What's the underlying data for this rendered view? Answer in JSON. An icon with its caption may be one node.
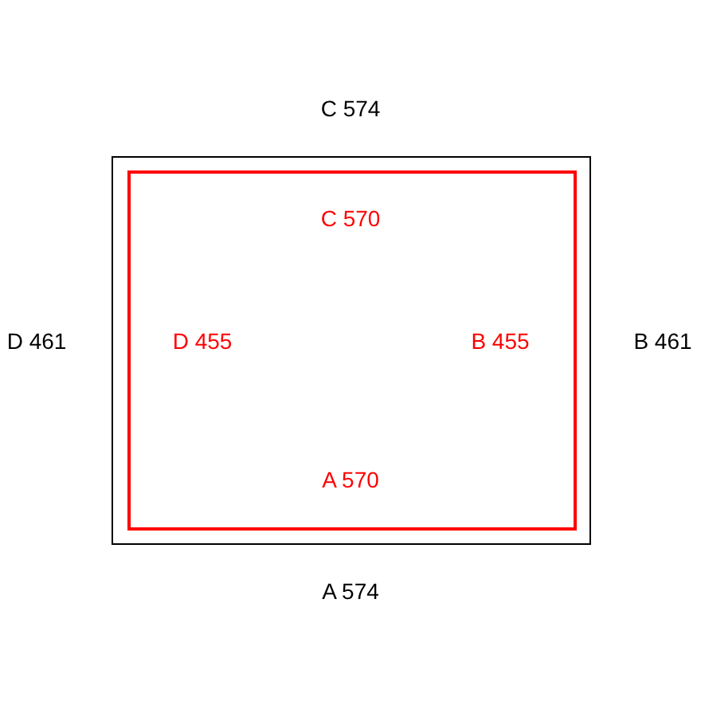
{
  "diagram": {
    "nodes": [
      {
        "text": [],
        "shape": "box"
      },
      {
        "text": [],
        "shape": "box",
        "in": 0
      }
    ],
    "labels": [
      "C 574",
      "C 570",
      "D 461",
      "D 455",
      "B 455",
      "B 461",
      "A 570",
      "A 574"
    ]
  }
}
